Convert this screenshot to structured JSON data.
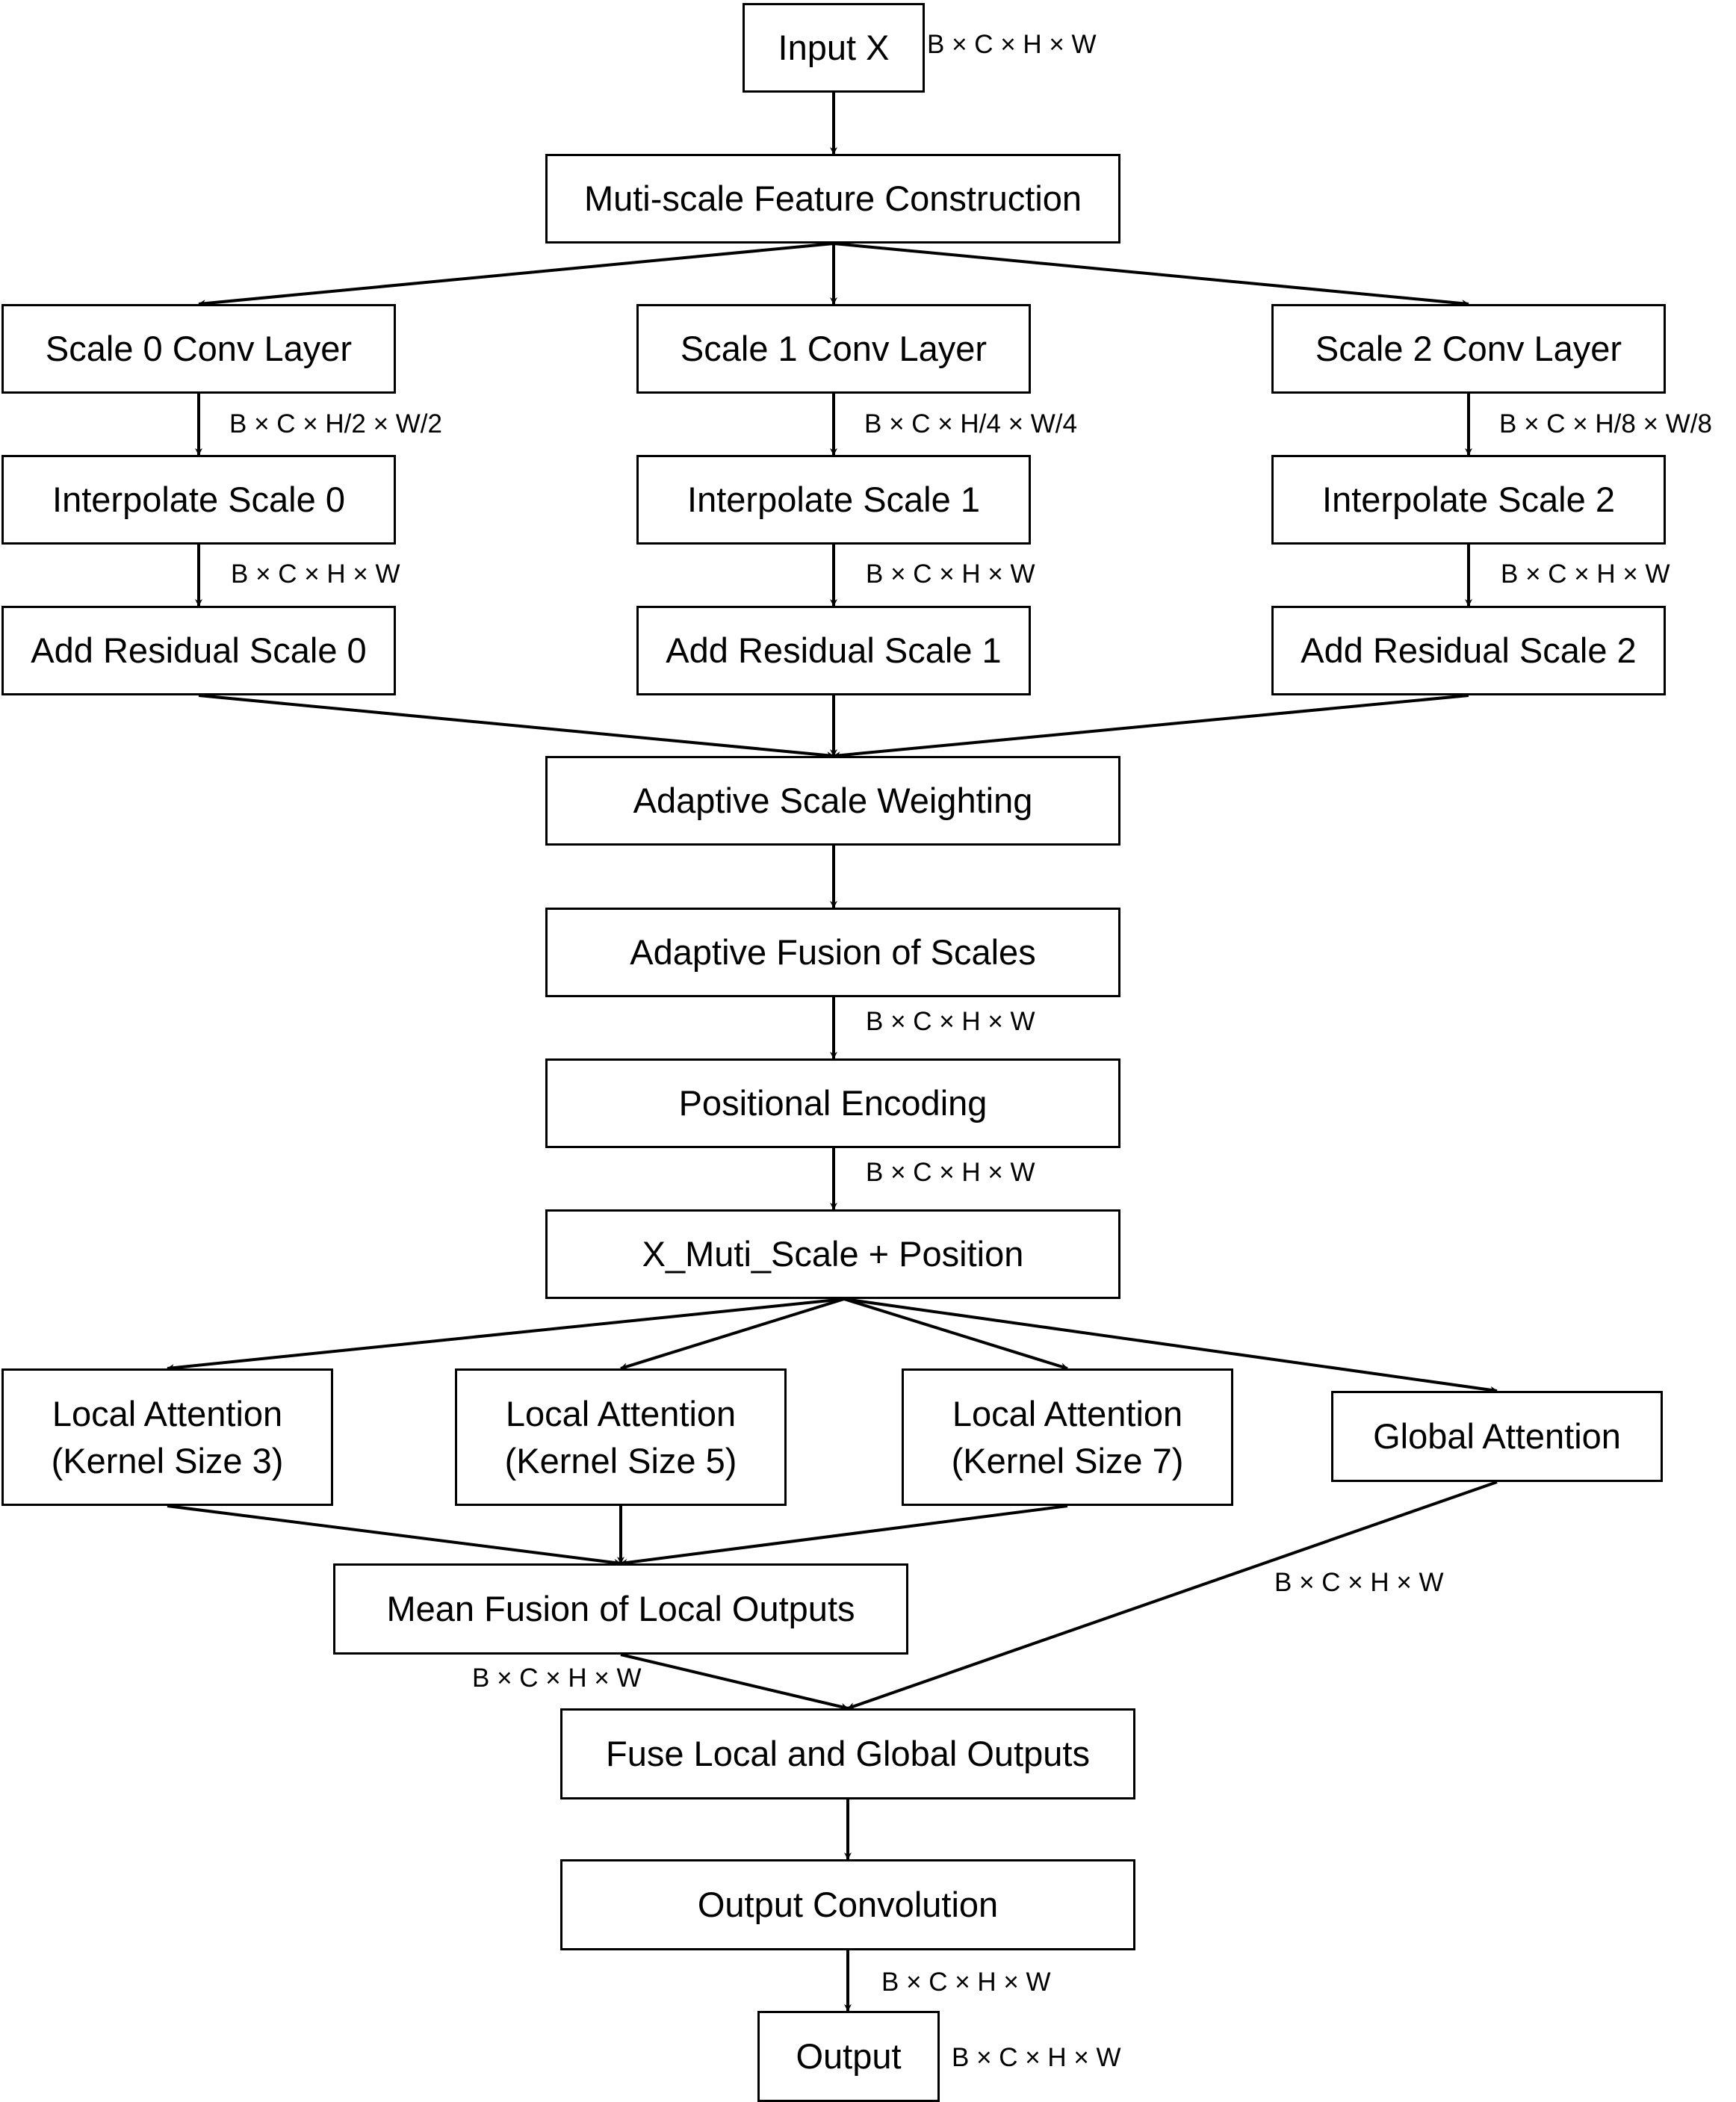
{
  "nodes": {
    "input": "Input X",
    "msfc": "Muti-scale Feature Construction",
    "conv0": "Scale 0 Conv Layer",
    "conv1": "Scale 1 Conv Layer",
    "conv2": "Scale 2 Conv Layer",
    "interp0": "Interpolate Scale 0",
    "interp1": "Interpolate Scale 1",
    "interp2": "Interpolate Scale 2",
    "res0": "Add Residual Scale 0",
    "res1": "Add Residual Scale 1",
    "res2": "Add Residual Scale 2",
    "asw": "Adaptive Scale Weighting",
    "afs": "Adaptive Fusion of Scales",
    "pe": "Positional Encoding",
    "xms": "X_Muti_Scale + Position",
    "la3_line1": "Local Attention",
    "la3_line2": "(Kernel Size 3)",
    "la5_line1": "Local Attention",
    "la5_line2": "(Kernel Size 5)",
    "la7_line1": "Local Attention",
    "la7_line2": "(Kernel Size 7)",
    "ga": "Global Attention",
    "mean": "Mean Fusion of Local Outputs",
    "fuse": "Fuse Local and Global Outputs",
    "outconv": "Output Convolution",
    "output": "Output"
  },
  "dims": {
    "input": "B × C × H × W",
    "conv0": "B × C × H/2 × W/2",
    "conv1": "B × C × H/4 × W/4",
    "conv2": "B × C × H/8 × W/8",
    "interp0": "B × C × H × W",
    "interp1": "B × C × H × W",
    "interp2": "B × C × H × W",
    "afs": "B × C × H × W",
    "pe": "B × C × H × W",
    "global": "B × C × H × W",
    "mean": "B × C × H × W",
    "outconv": "B × C × H × W",
    "output": "B × C × H × W"
  }
}
